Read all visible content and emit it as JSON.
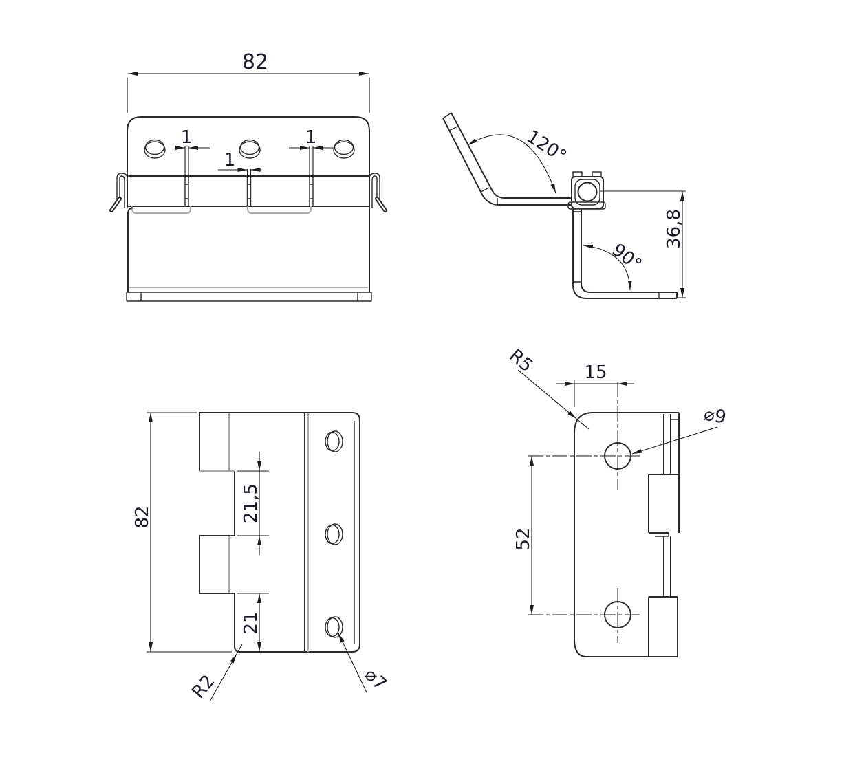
{
  "drawing_type": "hinge-technical-drawing",
  "colors": {
    "background": "#ffffff",
    "line": "#2a2a2a",
    "secondary_line": "#a8a8a8",
    "dimension_text": "#1a1a2b"
  },
  "views": {
    "front": {
      "width": "82",
      "gap_left": "1",
      "gap_middle": "1",
      "gap_right": "1"
    },
    "side": {
      "open_angle": "120°",
      "bend_angle": "90°",
      "height": "36,8"
    },
    "leaf_plan": {
      "length": "82",
      "notch_height": "21,5",
      "end_offset": "21",
      "fillet_radius": "R2",
      "hole_diameter": "⌀7"
    },
    "back_leaf": {
      "corner_radius": "R5",
      "hole_edge_offset": "15",
      "hole_diameter": "⌀9",
      "hole_spacing": "52"
    }
  }
}
